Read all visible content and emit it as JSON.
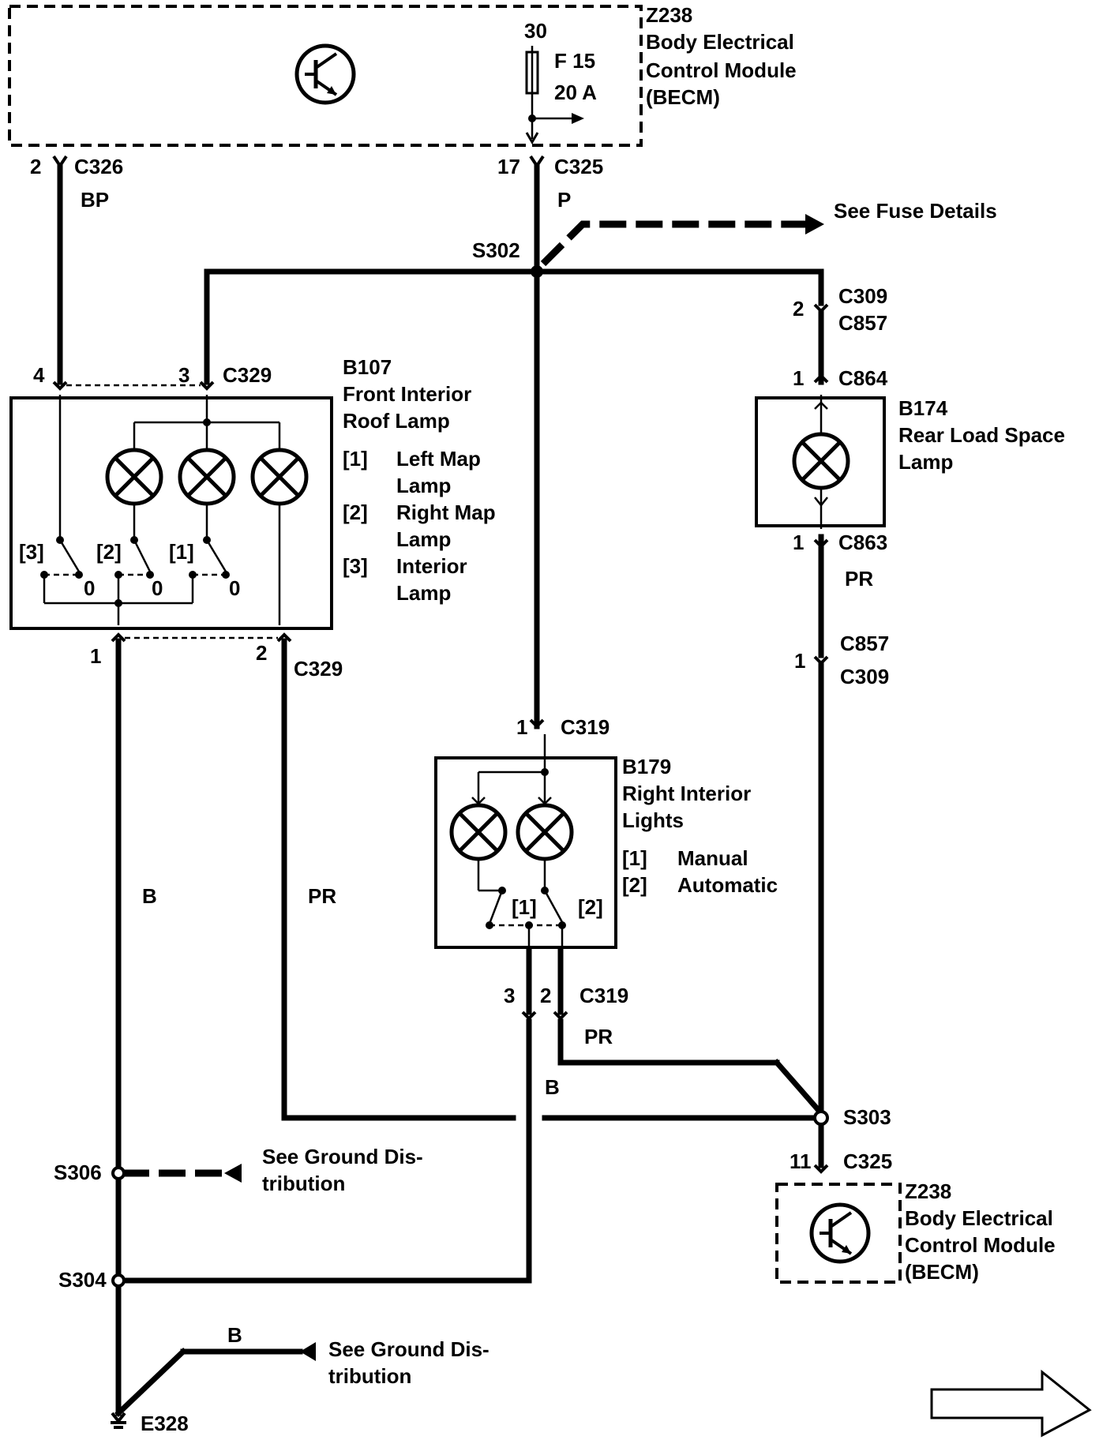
{
  "modules": {
    "top_module": {
      "id": "Z238",
      "line1": "Body Electrical",
      "line2": "Control Module",
      "line3": "(BECM)"
    },
    "bottom_module": {
      "id": "Z238",
      "line1": "Body Electrical",
      "line2": "Control Module",
      "line3": "(BECM)"
    },
    "fuse": {
      "terminal": "30",
      "name": "F 15",
      "rating": "20 A"
    }
  },
  "components": {
    "b107": {
      "id": "B107",
      "line1": "Front Interior",
      "line2": "Roof Lamp",
      "legend": [
        {
          "key": "[1]",
          "l1": "Left Map",
          "l2": "Lamp"
        },
        {
          "key": "[2]",
          "l1": "Right Map",
          "l2": "Lamp"
        },
        {
          "key": "[3]",
          "l1": "Interior",
          "l2": "Lamp"
        }
      ],
      "switch_labels": [
        "[3]",
        "[2]",
        "[1]"
      ],
      "off_labels": [
        "0",
        "0",
        "0"
      ]
    },
    "b174": {
      "id": "B174",
      "line1": "Rear Load Space",
      "line2": "Lamp"
    },
    "b179": {
      "id": "B179",
      "line1": "Right Interior",
      "line2": "Lights",
      "legend": [
        {
          "key": "[1]",
          "label": "Manual"
        },
        {
          "key": "[2]",
          "label": "Automatic"
        }
      ],
      "switch_labels": [
        "[1]",
        "[2]"
      ]
    }
  },
  "connectors": {
    "c326": {
      "pin": "2",
      "name": "C326"
    },
    "c325_top": {
      "pin": "17",
      "name": "C325"
    },
    "c329_top": {
      "pin_a": "4",
      "pin_b": "3",
      "name": "C329"
    },
    "c329_bot": {
      "pin_a": "1",
      "pin_b": "2",
      "name": "C329"
    },
    "c309_top": {
      "pin": "2",
      "name_a": "C309",
      "name_b": "C857"
    },
    "c864": {
      "pin": "1",
      "name": "C864"
    },
    "c863": {
      "pin": "1",
      "name": "C863"
    },
    "c857_bot": {
      "pin": "1",
      "name_a": "C857",
      "name_b": "C309"
    },
    "c319_top": {
      "pin": "1",
      "name": "C319"
    },
    "c319_bot": {
      "pin_a": "3",
      "pin_b": "2",
      "name": "C319"
    },
    "c325_bot": {
      "pin": "11",
      "name": "C325"
    }
  },
  "splices": {
    "s302": "S302",
    "s303": "S303",
    "s304": "S304",
    "s306": "S306",
    "ground": "E328"
  },
  "wire_colors": {
    "bp": "BP",
    "p": "P",
    "pr_rear1": "PR",
    "b_left": "B",
    "pr_left": "PR",
    "pr_mid": "PR",
    "b_mid": "B",
    "b_ground": "B"
  },
  "references": {
    "fuse_details": "See Fuse Details",
    "ground1_l1": "See Ground Dis-",
    "ground1_l2": "tribution",
    "ground2_l1": "See Ground Dis-",
    "ground2_l2": "tribution"
  }
}
